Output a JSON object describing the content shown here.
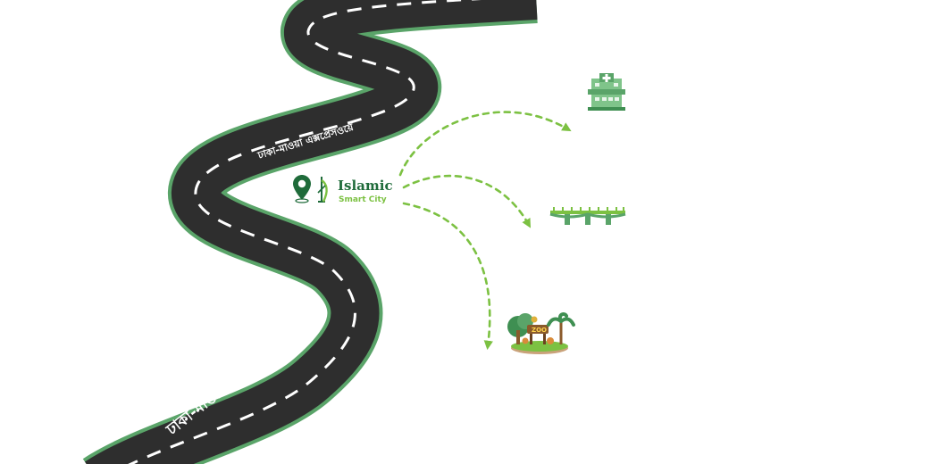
{
  "road": {
    "label_top": "ঢাকা-মাওয়া এক্সপ্রেসওয়ে",
    "label_bottom": "ঢাকা-মাওয়া এক্সপ্রেসওয়ে"
  },
  "brand": {
    "name": "Islamic",
    "sub": "Smart City"
  },
  "destinations": [
    {
      "icon": "hospital-icon"
    },
    {
      "icon": "bridge-icon"
    },
    {
      "icon": "zoo-icon"
    }
  ],
  "colors": {
    "road": "#2e2e2e",
    "road_edge": "#5aa469",
    "brand_dark": "#1f6b3a",
    "brand_light": "#7cc142",
    "arrow": "#7cc142"
  }
}
